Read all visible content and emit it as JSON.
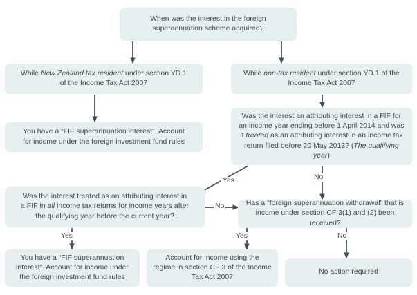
{
  "chart_data": {
    "type": "diagram",
    "title": "Foreign superannuation scheme interest decision flowchart",
    "colors": {
      "node_fill": "#e6f0f1",
      "text": "#3c4a52",
      "connector": "#3f4d57",
      "background": "#ffffff"
    },
    "nodes": [
      {
        "id": "n1",
        "role": "question",
        "text_plain": "When was the interest in the foreign superannuation scheme acquired?",
        "lines": [
          [
            {
              "t": "When was the interest in the foreign",
              "i": false
            }
          ],
          [
            {
              "t": "superannuation scheme acquired?",
              "i": false
            }
          ]
        ]
      },
      {
        "id": "n2",
        "role": "branch",
        "text_plain": "While New Zealand tax resident under section YD 1 of the Income Tax Act 2007",
        "lines": [
          [
            {
              "t": "While ",
              "i": false
            },
            {
              "t": "New Zealand tax resident",
              "i": true
            },
            {
              "t": " under section YD 1",
              "i": false
            }
          ],
          [
            {
              "t": "of the Income Tax Act 2007",
              "i": false
            }
          ]
        ]
      },
      {
        "id": "n3",
        "role": "branch",
        "text_plain": "While non-tax resident under section YD 1 of the Income Tax Act 2007",
        "lines": [
          [
            {
              "t": "While ",
              "i": false
            },
            {
              "t": "non-tax resident",
              "i": true
            },
            {
              "t": " under section YD 1 of the",
              "i": false
            }
          ],
          [
            {
              "t": "Income Tax Act 2007",
              "i": false
            }
          ]
        ]
      },
      {
        "id": "n4",
        "role": "outcome",
        "text_plain": "You have a “FIF superannuation interest”.  Account for income under the foreign investment fund rules",
        "lines": [
          [
            {
              "t": "You have a “FIF superannuation interest”.  Account",
              "i": false
            }
          ],
          [
            {
              "t": "for income under the foreign investment fund rules",
              "i": false
            }
          ]
        ]
      },
      {
        "id": "n5",
        "role": "question",
        "text_plain": "Was the interest an attributing interest in a FIF for an income year ending before 1 April 2014 and was it treated as an attributing interest in an income tax return filed before 20 May 2013? (The qualifying year)",
        "lines": [
          [
            {
              "t": "Was the interest an attributing interest in a FIF for",
              "i": false
            }
          ],
          [
            {
              "t": "an income year ending before 1 April 2014 and was",
              "i": false
            }
          ],
          [
            {
              "t": "it ",
              "i": false
            },
            {
              "t": "treated",
              "i": true
            },
            {
              "t": " as an attributing interest in an income tax",
              "i": false
            }
          ],
          [
            {
              "t": "return filed before 20 May 2013? (",
              "i": false
            },
            {
              "t": "The qualifying year",
              "i": true
            },
            {
              "t": ")",
              "i": false
            }
          ]
        ]
      },
      {
        "id": "n6",
        "role": "question",
        "text_plain": "Was the interest treated as an attributing interest in a FIF in all income tax returns for income years after the qualifying year before the current year?",
        "lines": [
          [
            {
              "t": "Was the interest treated as an attributing interest in",
              "i": false
            }
          ],
          [
            {
              "t": "a FIF in ",
              "i": false
            },
            {
              "t": "all",
              "i": true
            },
            {
              "t": " income tax returns for income years after",
              "i": false
            }
          ],
          [
            {
              "t": "the qualifying year before the current year?",
              "i": false
            }
          ]
        ]
      },
      {
        "id": "n7",
        "role": "question",
        "text_plain": "Has a “foreign superannuation withdrawal” that is income under section CF 3(1) and (2) been received?",
        "lines": [
          [
            {
              "t": "Has a “foreign superannuation withdrawal” that is",
              "i": false
            }
          ],
          [
            {
              "t": "income under section CF 3(1) and (2) been received?",
              "i": false
            }
          ]
        ]
      },
      {
        "id": "n8",
        "role": "outcome",
        "text_plain": "You have a “FIF superannuation interest”.  Account for income under the foreign investment fund rules",
        "lines": [
          [
            {
              "t": "You have a “FIF superannuation",
              "i": false
            }
          ],
          [
            {
              "t": "interest”.  Account for income under",
              "i": false
            }
          ],
          [
            {
              "t": "the foreign investment fund rules",
              "i": false
            }
          ]
        ]
      },
      {
        "id": "n9",
        "role": "outcome",
        "text_plain": "Account for income using the regime in section CF 3 of the Income Tax Act 2007",
        "lines": [
          [
            {
              "t": "Account for income using the",
              "i": false
            }
          ],
          [
            {
              "t": "regime in section CF 3 of the Income",
              "i": false
            }
          ],
          [
            {
              "t": "Tax Act 2007",
              "i": false
            }
          ]
        ]
      },
      {
        "id": "n10",
        "role": "outcome",
        "text_plain": "No action required",
        "lines": [
          [
            {
              "t": "No action required",
              "i": false
            }
          ]
        ]
      }
    ],
    "edges": [
      {
        "from": "n1",
        "to": "n2",
        "label": ""
      },
      {
        "from": "n1",
        "to": "n3",
        "label": ""
      },
      {
        "from": "n2",
        "to": "n4",
        "label": ""
      },
      {
        "from": "n3",
        "to": "n5",
        "label": ""
      },
      {
        "from": "n5",
        "to": "n6",
        "label": "Yes"
      },
      {
        "from": "n5",
        "to": "n7",
        "label": "No"
      },
      {
        "from": "n6",
        "to": "n7",
        "label": "No"
      },
      {
        "from": "n6",
        "to": "n8",
        "label": "Yes"
      },
      {
        "from": "n7",
        "to": "n9",
        "label": "Yes"
      },
      {
        "from": "n7",
        "to": "n10",
        "label": "No"
      }
    ],
    "edge_labels": [
      {
        "id": "lbl-yes-1",
        "text": "Yes"
      },
      {
        "id": "lbl-no-1",
        "text": "No"
      },
      {
        "id": "lbl-no-2",
        "text": "No"
      },
      {
        "id": "lbl-yes-2",
        "text": "Yes"
      },
      {
        "id": "lbl-yes-3",
        "text": "Yes"
      },
      {
        "id": "lbl-no-3",
        "text": "No"
      }
    ]
  }
}
